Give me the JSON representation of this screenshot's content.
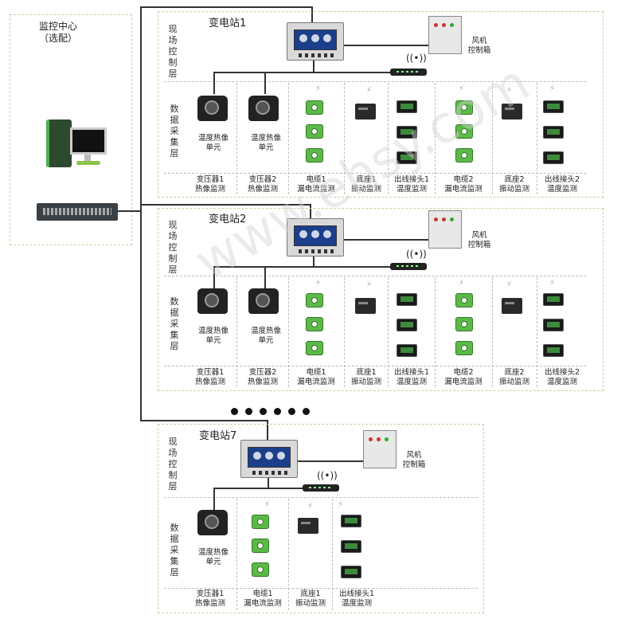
{
  "monitor_center": {
    "line1": "监控中心",
    "line2": "（选配）"
  },
  "layers": {
    "field": "现场控制层",
    "data": "数据采集层"
  },
  "fan_box": {
    "line1": "风机",
    "line2": "控制箱"
  },
  "thermal_unit": {
    "line1": "温度热像",
    "line2": "单元"
  },
  "stations": [
    {
      "title": "变电站1",
      "columns": [
        {
          "line1": "变压器1",
          "line2": "热像监测"
        },
        {
          "line1": "变压器2",
          "line2": "热像监测"
        },
        {
          "line1": "电缆1",
          "line2": "漏电流监测"
        },
        {
          "line1": "底座1",
          "line2": "振动监测"
        },
        {
          "line1": "出线接头1",
          "line2": "温度监测"
        },
        {
          "line1": "电缆2",
          "line2": "漏电流监测"
        },
        {
          "line1": "底座2",
          "line2": "振动监测"
        },
        {
          "line1": "出线接头2",
          "line2": "温度监测"
        }
      ]
    },
    {
      "title": "变电站2",
      "columns": [
        {
          "line1": "变压器1",
          "line2": "热像监测"
        },
        {
          "line1": "变压器2",
          "line2": "热像监测"
        },
        {
          "line1": "电缆1",
          "line2": "漏电流监测"
        },
        {
          "line1": "底座1",
          "line2": "振动监测"
        },
        {
          "line1": "出线接头1",
          "line2": "温度监测"
        },
        {
          "line1": "电缆2",
          "line2": "漏电流监测"
        },
        {
          "line1": "底座2",
          "line2": "振动监测"
        },
        {
          "line1": "出线接头2",
          "line2": "温度监测"
        }
      ]
    },
    {
      "title": "变电站7",
      "columns": [
        {
          "line1": "变压器1",
          "line2": "热像监测"
        },
        {
          "line1": "电缆1",
          "line2": "漏电流监测"
        },
        {
          "line1": "底座1",
          "line2": "振动监测"
        },
        {
          "line1": "出线接头1",
          "line2": "温度监测"
        }
      ]
    }
  ],
  "watermark": "www.ehsy.com"
}
